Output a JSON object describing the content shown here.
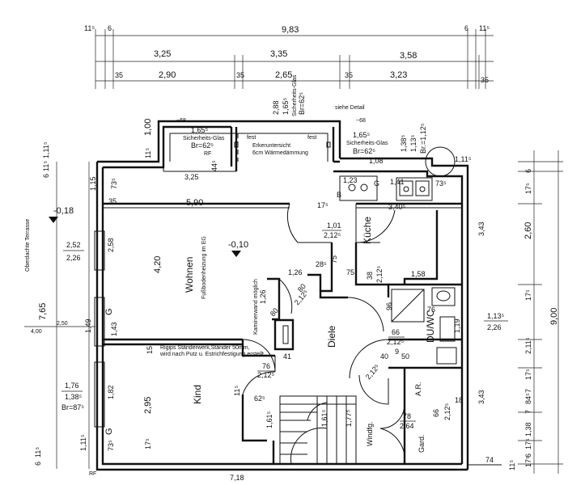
{
  "top_dims": {
    "row1": [
      "11⁵",
      "6",
      "9,83",
      "6",
      "11⁵"
    ],
    "row2": [
      "3,25",
      "3,35",
      "3,58"
    ],
    "row3": [
      "35",
      "2,90",
      "35",
      "2,65",
      "35",
      "3,23",
      "35"
    ]
  },
  "bay": {
    "left_68": "~68",
    "left_165": "1,65⁵",
    "left_glass": "Sicherheits-Glas",
    "left_br": "Br=62⁵",
    "center_title": "Erkeruntersicht",
    "center_sub": "6cm Wärmedämmung",
    "fest1": "fest",
    "fest2": "fest",
    "v288": "2,88",
    "v165": "1,65⁵",
    "v_glass": "Sicherheits-Glas",
    "v_br": "Br=62⁵",
    "siehe": "siehe Detail",
    "right_68": "~68",
    "right_165": "1,65⁵",
    "right_glass": "Sicherheits-Glas",
    "right_br": "Br=62⁵",
    "v138": "1,38⁵",
    "v113": "1,13⁵",
    "vbr": "Br.=1,12⁵",
    "d111": "1,11⁵",
    "d108": "1,08",
    "d100": "1,00",
    "d115": "11⁵",
    "d44": "44⁵",
    "d325": "3,25",
    "rf": "RF"
  },
  "left_side": {
    "terrace": "Oberdachte Terrasse",
    "level_018": "-0,18",
    "v252": "2,52",
    "v226": "2,26",
    "v765": "7,65",
    "v400": "4,00",
    "v250": "2,50",
    "v176": "1,76",
    "v138": "1,38⁵",
    "vbr87": "Br=87⁵",
    "v111a": "1,11⁵",
    "v11a": "11⁵",
    "v6a": "6",
    "v111b": "1,11⁵",
    "v6b": "6",
    "v11b": "11⁵"
  },
  "interior": {
    "d590": "5,90",
    "d35": "35",
    "d17": "17⁵",
    "d340": "3,40⁵",
    "d258": "2,58",
    "d420": "4,20",
    "d149": "1,49",
    "d143": "1,43",
    "d182": "1,82",
    "d295": "2,95",
    "d15": "15",
    "d73": "73⁵",
    "d115": "1,15",
    "g1": "G",
    "g2": "G",
    "wohnen": "Wohnen",
    "fbh": "Fußbodenheizung im EG",
    "level_010": "-0,10",
    "kind": "Kind",
    "ri_l1": "Rigips Ständerwerk,Ständer 50mm,",
    "ri_l2": "wird nach Putz u. Estrichfestigung erstellt",
    "d76a": "76",
    "d212a": "2,12⁵",
    "d11": "11⁵",
    "d62": "62⁵",
    "d161": "1,61⁵",
    "d175": "17⁵",
    "d73b": "73⁵",
    "d161b": "1,61⁵",
    "d177": "1,77⁵",
    "diele": "Diele",
    "kamin": "Kaminerwand möglich",
    "d41": "41",
    "d126a": "1,26",
    "d28": "28⁵",
    "d80": "80",
    "d212b": "2,12⁵",
    "d126b": "1,26",
    "d80b": "80",
    "d75": "75",
    "d38": "38",
    "d212c": "2,12⁵",
    "kueche": "Küche",
    "d101": "1,01",
    "d212d": "2,12⁵",
    "d158": "1,58",
    "d123": "1,23",
    "d141": "1,41",
    "g": "G",
    "b": "B",
    "d73c": "73⁵",
    "d96": "96",
    "d76b": "76",
    "duwc": "DU/WC",
    "d66a": "66",
    "d212e": "2,12⁵",
    "d40": "40",
    "d9": "9",
    "d50": "50",
    "d212f": "2,12⁵",
    "d119": "1,19",
    "ar": "A.R.",
    "d18": "18",
    "d66b": "66",
    "d212g": "2,12⁵",
    "d78": "78",
    "d264": "2,64",
    "gard": "Gard.",
    "windfg": "Windfg.",
    "d74": "74",
    "d718": "7,18",
    "rf": "RF"
  },
  "right_side": {
    "d6": "6",
    "d175a": "17⁵",
    "d343a": "3,43",
    "d260": "2,60",
    "d175b": "17⁵",
    "d113": "1,13⁵",
    "d226": "2,26",
    "d900": "9,00",
    "d211": "2,11⁵",
    "d175c": "17⁵",
    "d343b": "3,43",
    "d7": "7",
    "d845": "84⁵",
    "d7b": "7",
    "d138": "1,38",
    "d175d": "17⁵",
    "d6b": "6",
    "d175e": "17⁵",
    "d115": "11⁵"
  }
}
